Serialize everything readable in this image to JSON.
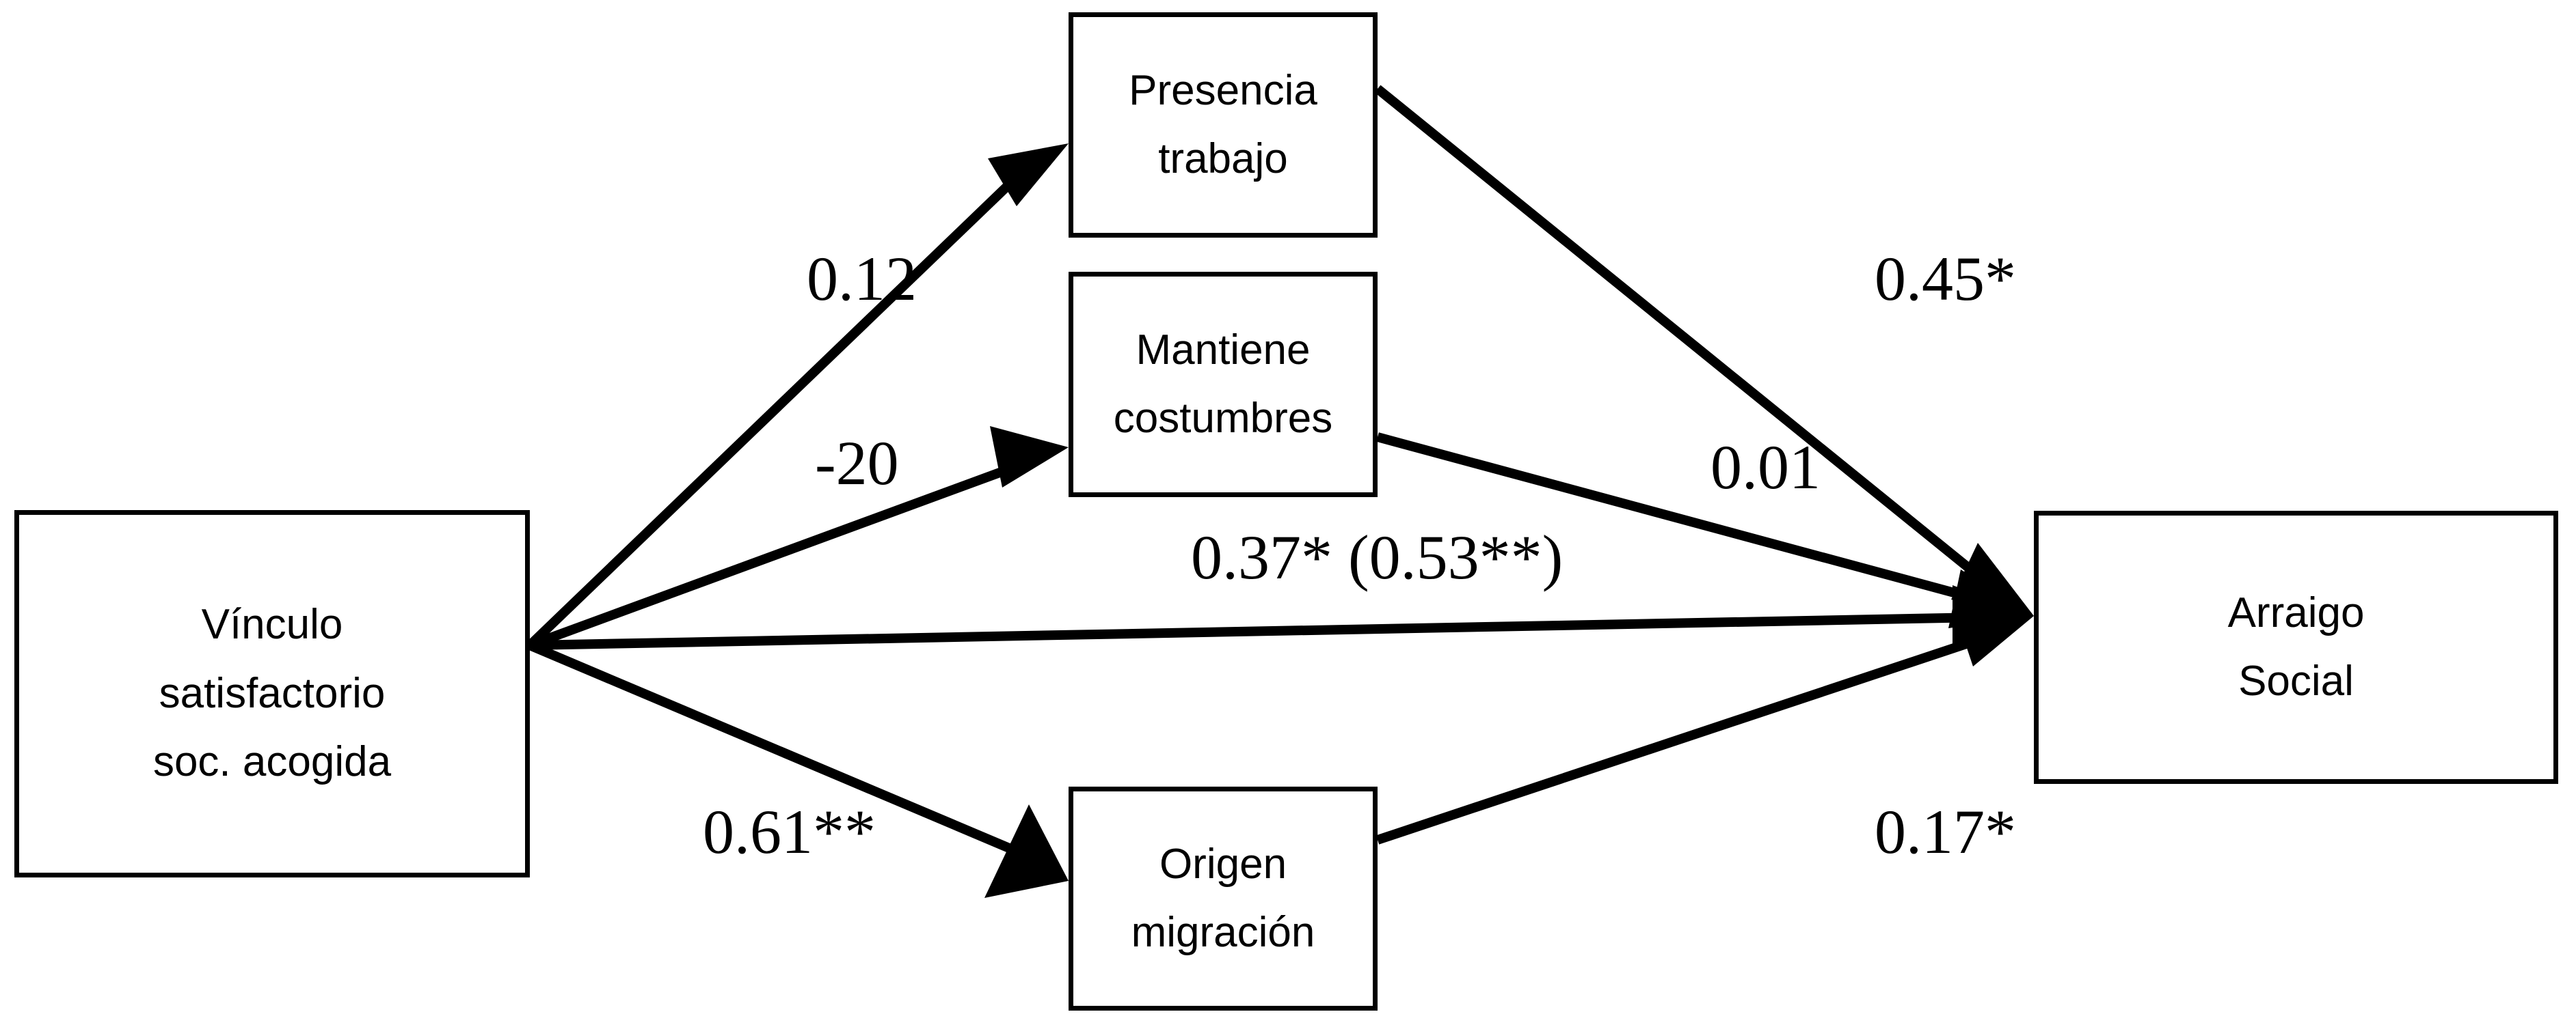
{
  "diagram": {
    "title": "Modelo de mediación del arraigo social",
    "type": "path-diagram",
    "background_color": "#ffffff",
    "line_color": "#000000",
    "text_color": "#000000"
  },
  "nodes": {
    "vinculo": {
      "id": "vinculo",
      "lines": [
        "Vínculo",
        "satisfactorio",
        "soc. acogida"
      ],
      "role": "predictor"
    },
    "presencia": {
      "id": "presencia",
      "lines": [
        "Presencia",
        "trabajo"
      ],
      "role": "mediator"
    },
    "mantiene": {
      "id": "mantiene",
      "lines": [
        "Mantiene",
        "costumbres"
      ],
      "role": "mediator"
    },
    "origen": {
      "id": "origen",
      "lines": [
        "Origen",
        "migración"
      ],
      "role": "mediator"
    },
    "arraigo": {
      "id": "arraigo",
      "lines": [
        "Arraigo",
        "Social"
      ],
      "role": "outcome"
    }
  },
  "paths": [
    {
      "id": "vinculo-presencia",
      "from": "vinculo",
      "to": "presencia",
      "label": "0.12"
    },
    {
      "id": "vinculo-mantiene",
      "from": "vinculo",
      "to": "mantiene",
      "label": "-20"
    },
    {
      "id": "vinculo-arraigo",
      "from": "vinculo",
      "to": "arraigo",
      "label": "0.37* (0.53**)"
    },
    {
      "id": "vinculo-origen",
      "from": "vinculo",
      "to": "origen",
      "label": "0.61**"
    },
    {
      "id": "presencia-arraigo",
      "from": "presencia",
      "to": "arraigo",
      "label": "0.45*"
    },
    {
      "id": "mantiene-arraigo",
      "from": "mantiene",
      "to": "arraigo",
      "label": "0.01"
    },
    {
      "id": "origen-arraigo",
      "from": "origen",
      "to": "arraigo",
      "label": "0.17*"
    }
  ],
  "chart_data": {
    "type": "diagram",
    "title": "",
    "nodes": [
      "Vínculo satisfactorio soc. acogida",
      "Presencia trabajo",
      "Mantiene costumbres",
      "Origen migración",
      "Arraigo Social"
    ],
    "edges": [
      {
        "source": "Vínculo satisfactorio soc. acogida",
        "target": "Presencia trabajo",
        "coefficient": "0.12",
        "value": 0.12,
        "significance": ""
      },
      {
        "source": "Vínculo satisfactorio soc. acogida",
        "target": "Mantiene costumbres",
        "coefficient": "-20",
        "value": -20,
        "significance": ""
      },
      {
        "source": "Vínculo satisfactorio soc. acogida",
        "target": "Origen migración",
        "coefficient": "0.61**",
        "value": 0.61,
        "significance": "**"
      },
      {
        "source": "Vínculo satisfactorio soc. acogida",
        "target": "Arraigo Social",
        "coefficient": "0.37* (0.53**)",
        "value": 0.37,
        "significance": "*",
        "total_effect": 0.53,
        "total_effect_significance": "**"
      },
      {
        "source": "Presencia trabajo",
        "target": "Arraigo Social",
        "coefficient": "0.45*",
        "value": 0.45,
        "significance": "*"
      },
      {
        "source": "Mantiene costumbres",
        "target": "Arraigo Social",
        "coefficient": "0.01",
        "value": 0.01,
        "significance": ""
      },
      {
        "source": "Origen migración",
        "target": "Arraigo Social",
        "coefficient": "0.17*",
        "value": 0.17,
        "significance": "*"
      }
    ]
  }
}
